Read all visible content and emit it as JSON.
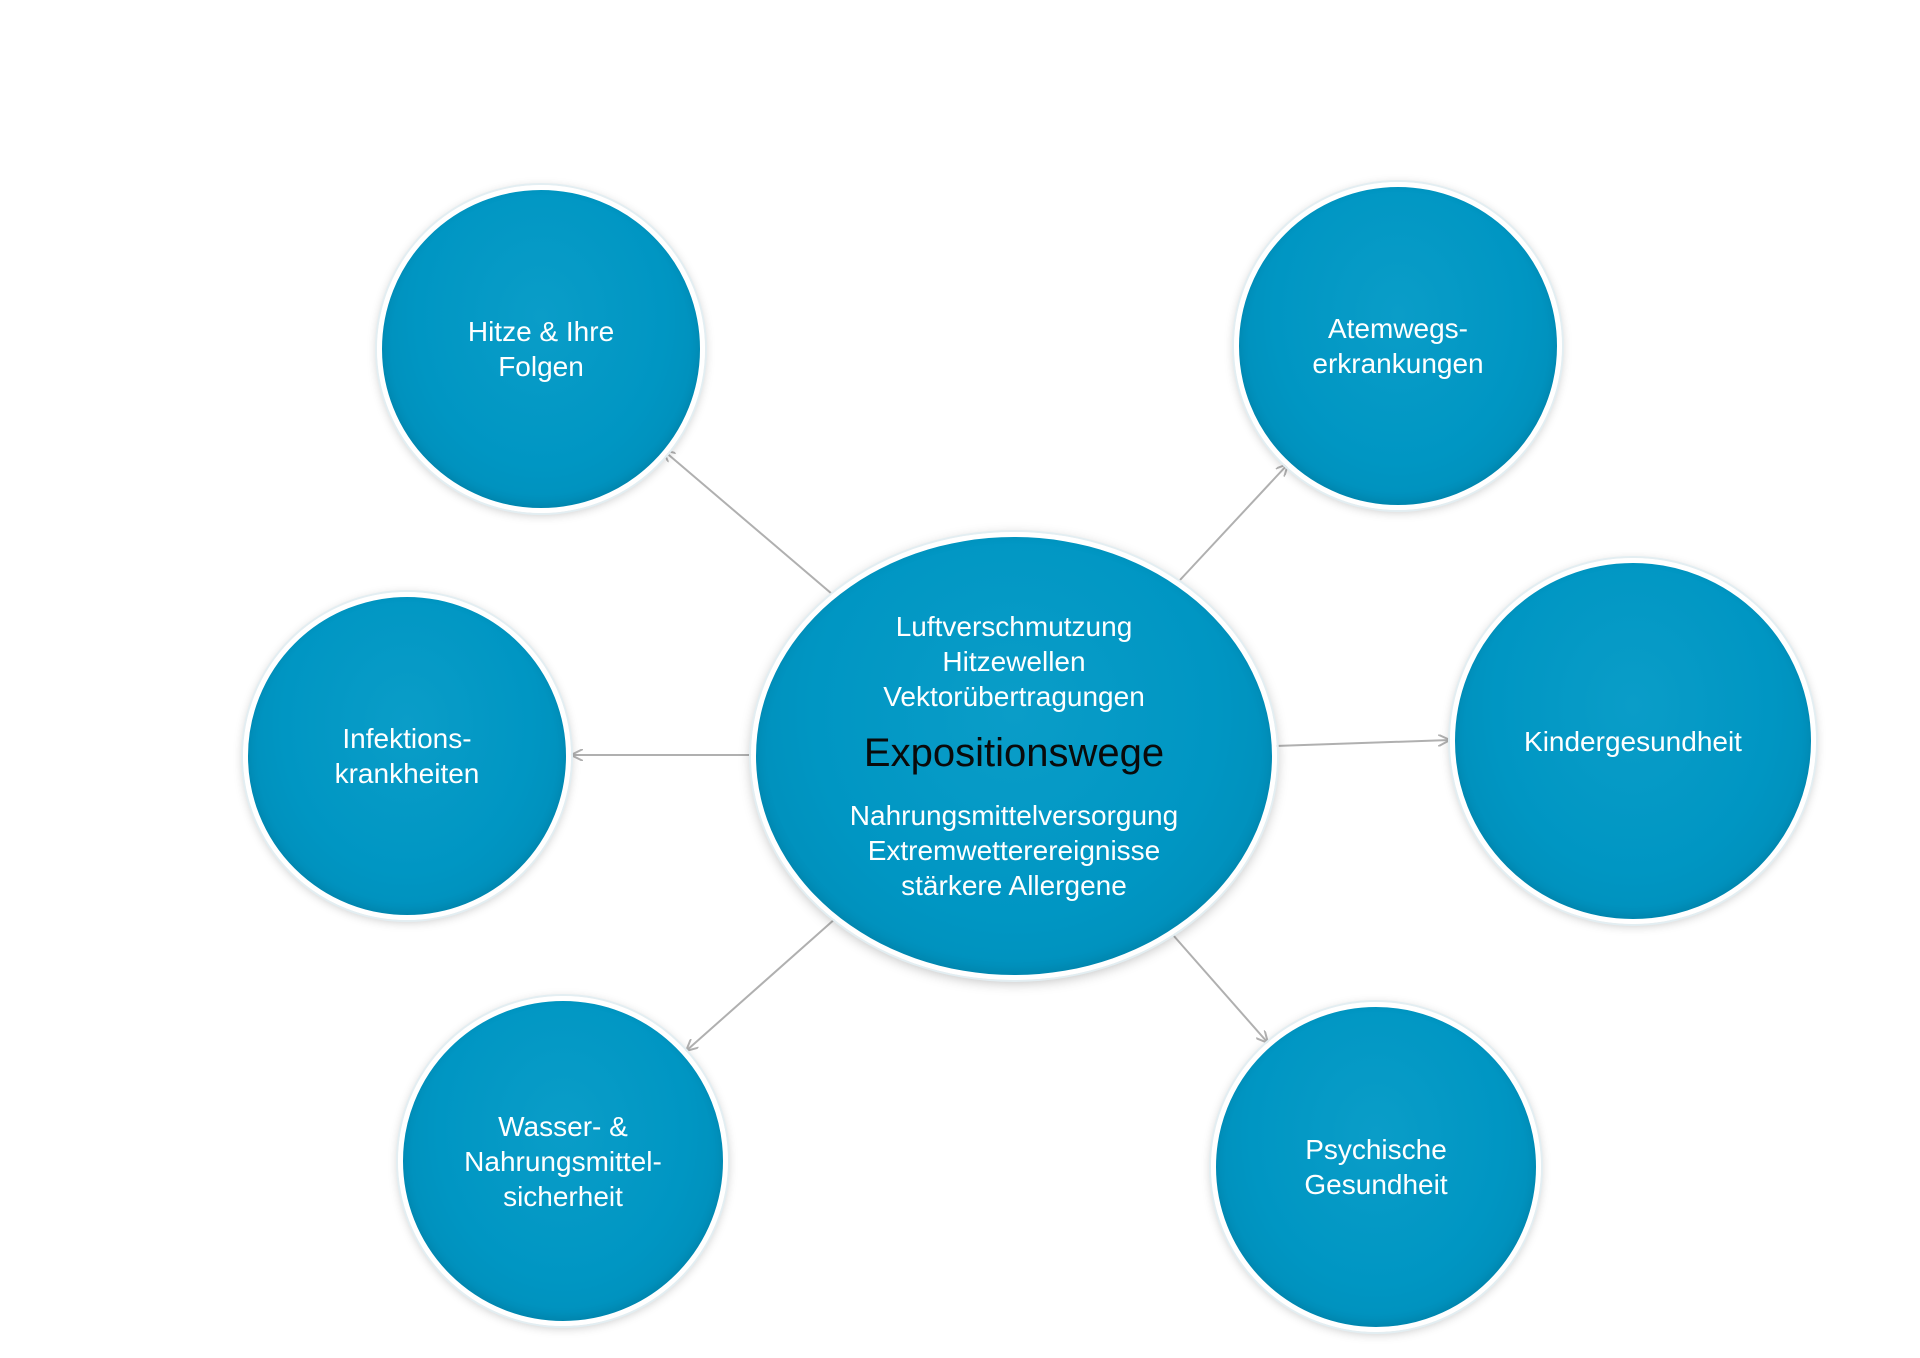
{
  "diagram": {
    "center": {
      "title": "Expositionswege",
      "top_items": [
        "Luftverschmutzung",
        "Hitzewellen",
        "Vektorübertragungen"
      ],
      "bottom_items": [
        "Nahrungsmittelversorgung",
        "Extremwetterereignisse",
        "stärkere Allergene"
      ]
    },
    "nodes": [
      {
        "id": "heat",
        "label": "Hitze & Ihre\nFolgen"
      },
      {
        "id": "respiratory",
        "label": "Atemwegs-\nerkrankungen"
      },
      {
        "id": "infection",
        "label": "Infektions-\nkrankheiten"
      },
      {
        "id": "children",
        "label": "Kindergesundheit"
      },
      {
        "id": "water-food",
        "label": "Wasser- &\nNahrungsmittel-\nsicherheit"
      },
      {
        "id": "mental",
        "label": "Psychische\nGesundheit"
      }
    ]
  },
  "colors": {
    "node_fill": "#0096c3",
    "node_text": "#ffffff",
    "center_title_text": "#0a0a0a",
    "connector": "#b0b0b0"
  }
}
